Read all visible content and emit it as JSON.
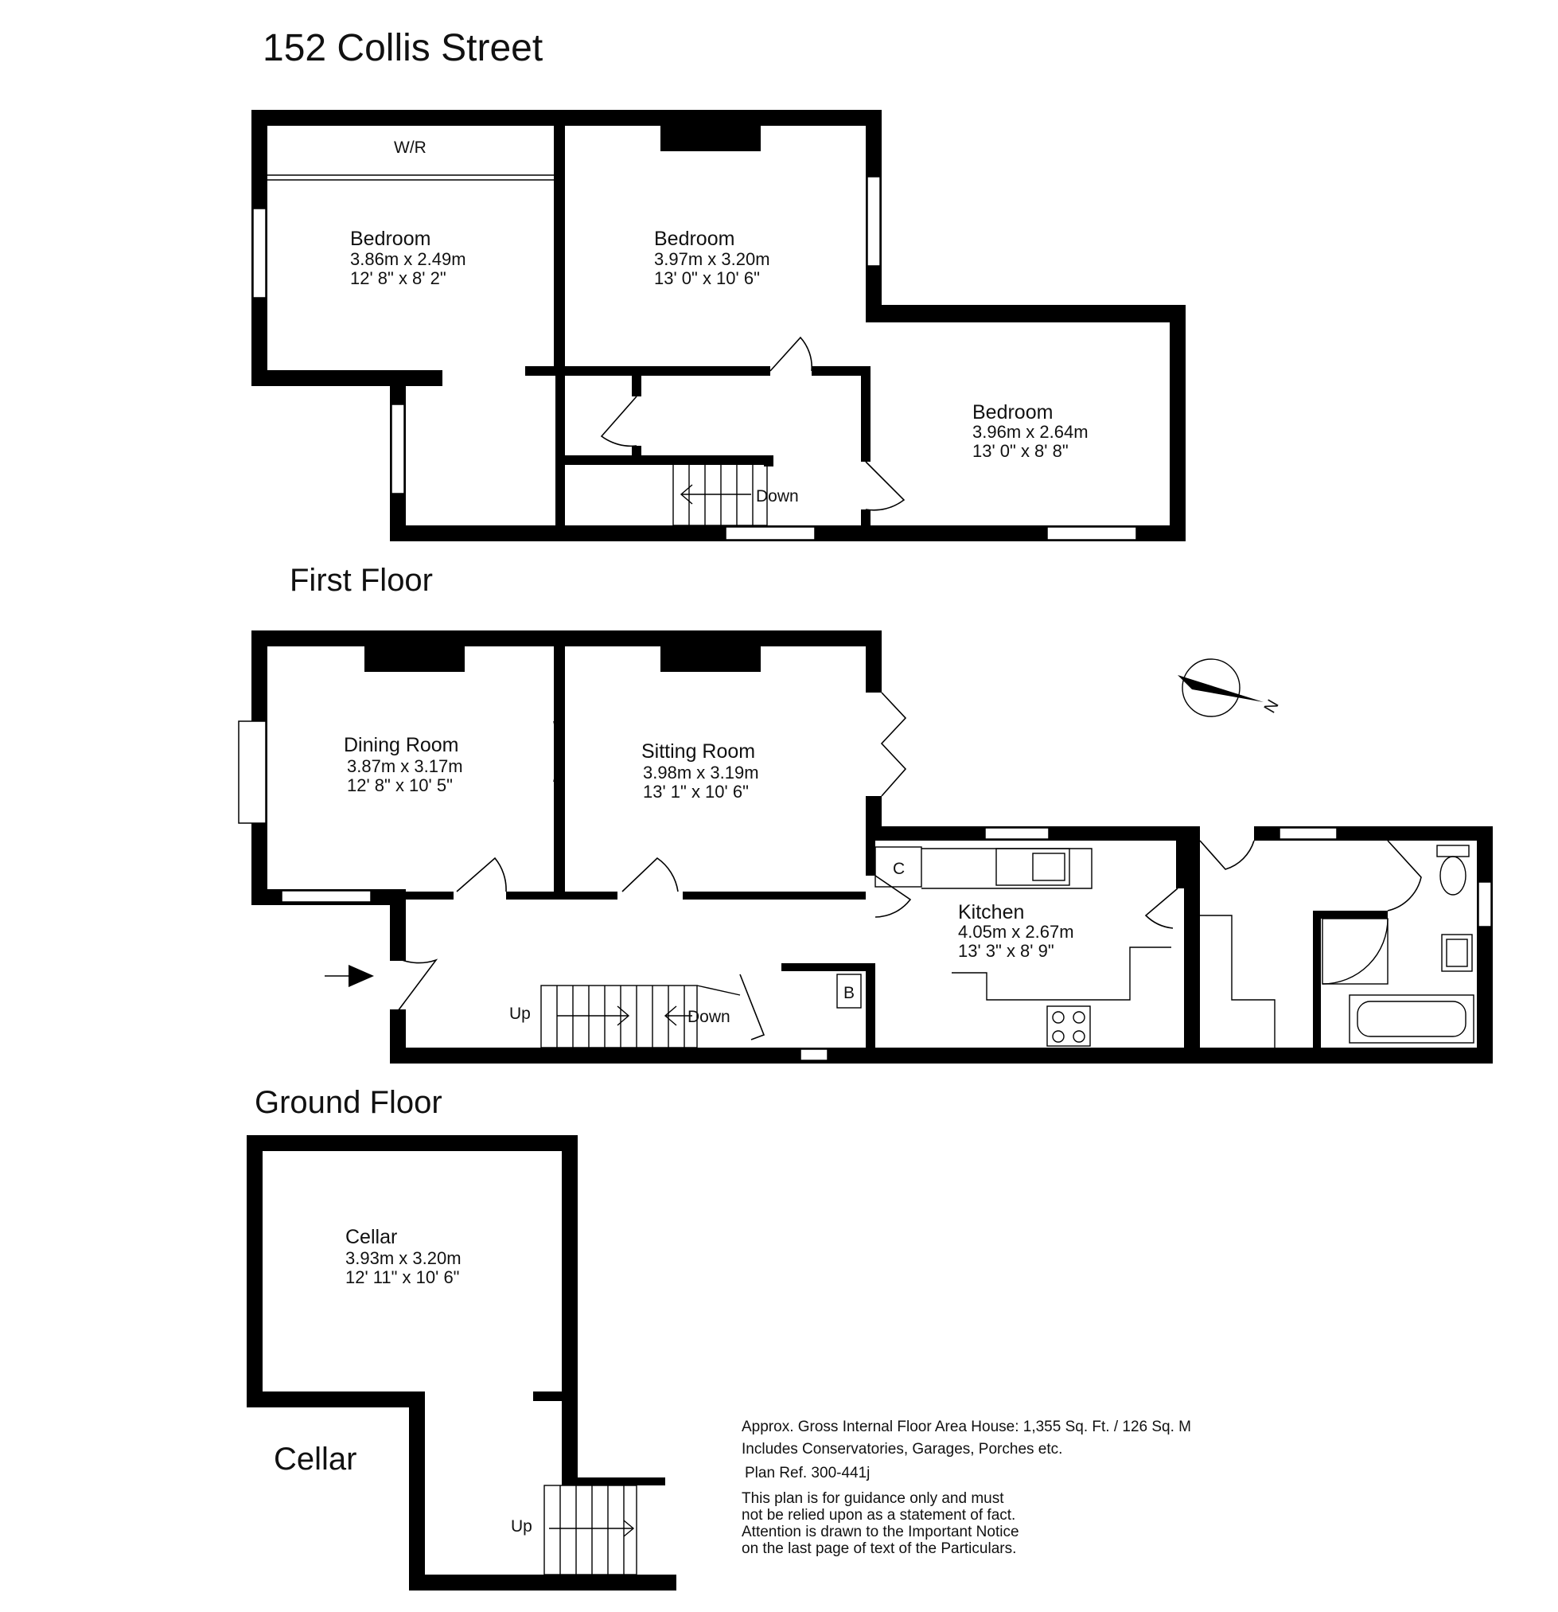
{
  "title": "152 Collis Street",
  "floors": {
    "first": {
      "label": "First Floor",
      "wardrobe_label": "W/R",
      "stairs_label": "Down",
      "rooms": [
        {
          "name": "Bedroom",
          "metric": "3.86m x 2.49m",
          "imperial": "12' 8\" x 8' 2\""
        },
        {
          "name": "Bedroom",
          "metric": "3.97m x 3.20m",
          "imperial": "13' 0\" x 10' 6\""
        },
        {
          "name": "Bedroom",
          "metric": "3.96m x 2.64m",
          "imperial": "13' 0\" x 8' 8\""
        }
      ]
    },
    "ground": {
      "label": "Ground Floor",
      "stairs_up_label": "Up",
      "stairs_down_label": "Down",
      "cupboard_label": "C",
      "boiler_label": "B",
      "rooms": [
        {
          "name": "Dining Room",
          "metric": "3.87m x 3.17m",
          "imperial": "12' 8\" x 10' 5\""
        },
        {
          "name": "Sitting Room",
          "metric": "3.98m x 3.19m",
          "imperial": "13' 1\" x 10' 6\""
        },
        {
          "name": "Kitchen",
          "metric": "4.05m x 2.67m",
          "imperial": "13' 3\" x 8' 9\""
        }
      ]
    },
    "cellar": {
      "label": "Cellar",
      "stairs_label": "Up",
      "rooms": [
        {
          "name": "Cellar",
          "metric": "3.93m x 3.20m",
          "imperial": "12' 11\" x 10' 6\""
        }
      ]
    }
  },
  "compass": {
    "label": "N"
  },
  "notes": {
    "area": "Approx. Gross Internal Floor Area House: 1,355 Sq. Ft. / 126 Sq. M",
    "includes": "Includes Conservatories, Garages, Porches etc.",
    "plan_ref": "Plan Ref. 300-441j",
    "disclaimer": [
      "This plan is for guidance only and must",
      "not be relied upon as a statement of fact.",
      "Attention is drawn to the Important Notice",
      "on the last page of text of the Particulars."
    ]
  }
}
